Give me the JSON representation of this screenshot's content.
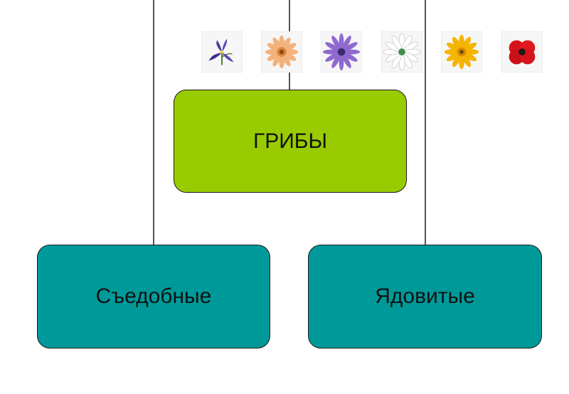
{
  "diagram": {
    "root": {
      "label": "ГРИБЫ",
      "color": "#99cc00"
    },
    "children": [
      {
        "label": "Съедобные",
        "color": "#009999"
      },
      {
        "label": "Ядовитые",
        "color": "#009999"
      }
    ],
    "line_color": "#1a1a1a"
  },
  "decorations": {
    "flower_icons": [
      "iris-flower-icon",
      "gerbera-peach-icon",
      "purple-daisy-icon",
      "white-daisy-icon",
      "yellow-gerbera-icon",
      "red-poppy-icon"
    ]
  }
}
